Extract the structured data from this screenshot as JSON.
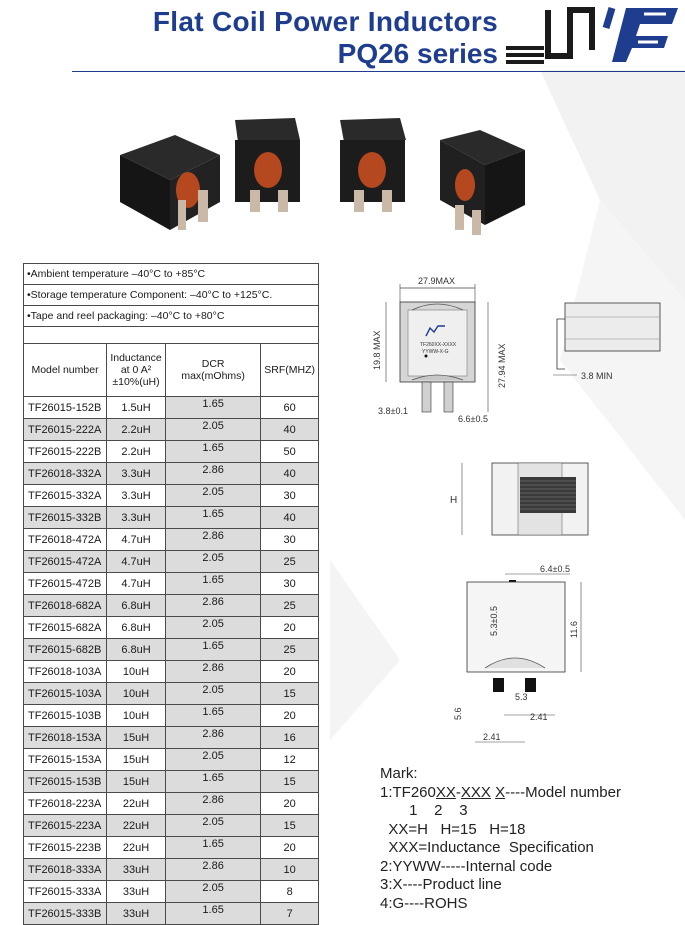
{
  "header": {
    "title": "Flat Coil Power Inductors",
    "subtitle": "PQ26 series"
  },
  "notes": [
    "•Ambient temperature –40°C to +85°C",
    "•Storage temperature Component: –40°C to +125°C.",
    "•Tape and reel packaging: –40°C to +80°C"
  ],
  "table": {
    "headers": {
      "model": "Model number",
      "inductance_1": "Inductance",
      "inductance_2": "at 0 A²",
      "inductance_3": "±10%(uH)",
      "dcr": "DCR max(mOhms)",
      "srf": "SRF(MHZ)"
    },
    "rows": [
      {
        "model": "TF26015-152B",
        "ind": "1.5uH",
        "dcr": "1.65",
        "srf": "60"
      },
      {
        "model": "TF26015-222A",
        "ind": "2.2uH",
        "dcr": "2.05",
        "srf": "40"
      },
      {
        "model": "TF26015-222B",
        "ind": "2.2uH",
        "dcr": "1.65",
        "srf": "50"
      },
      {
        "model": "TF26018-332A",
        "ind": "3.3uH",
        "dcr": "2.86",
        "srf": "40"
      },
      {
        "model": "TF26015-332A",
        "ind": "3.3uH",
        "dcr": "2.05",
        "srf": "30"
      },
      {
        "model": "TF26015-332B",
        "ind": "3.3uH",
        "dcr": "1.65",
        "srf": "40"
      },
      {
        "model": "TF26018-472A",
        "ind": "4.7uH",
        "dcr": "2.86",
        "srf": "30"
      },
      {
        "model": "TF26015-472A",
        "ind": "4.7uH",
        "dcr": "2.05",
        "srf": "25"
      },
      {
        "model": "TF26015-472B",
        "ind": "4.7uH",
        "dcr": "1.65",
        "srf": "30"
      },
      {
        "model": "TF26018-682A",
        "ind": "6.8uH",
        "dcr": "2.86",
        "srf": "25"
      },
      {
        "model": "TF26015-682A",
        "ind": "6.8uH",
        "dcr": "2.05",
        "srf": "20"
      },
      {
        "model": "TF26015-682B",
        "ind": "6.8uH",
        "dcr": "1.65",
        "srf": "25"
      },
      {
        "model": "TF26018-103A",
        "ind": "10uH",
        "dcr": "2.86",
        "srf": "20"
      },
      {
        "model": "TF26015-103A",
        "ind": "10uH",
        "dcr": "2.05",
        "srf": "15"
      },
      {
        "model": "TF26015-103B",
        "ind": "10uH",
        "dcr": "1.65",
        "srf": "20"
      },
      {
        "model": "TF26018-153A",
        "ind": "15uH",
        "dcr": "2.86",
        "srf": "16"
      },
      {
        "model": "TF26015-153A",
        "ind": "15uH",
        "dcr": "2.05",
        "srf": "12"
      },
      {
        "model": "TF26015-153B",
        "ind": "15uH",
        "dcr": "1.65",
        "srf": "15"
      },
      {
        "model": "TF26018-223A",
        "ind": "22uH",
        "dcr": "2.86",
        "srf": "20"
      },
      {
        "model": "TF26015-223A",
        "ind": "22uH",
        "dcr": "2.05",
        "srf": "15"
      },
      {
        "model": "TF26015-223B",
        "ind": "22uH",
        "dcr": "1.65",
        "srf": "20"
      },
      {
        "model": "TF26018-333A",
        "ind": "33uH",
        "dcr": "2.86",
        "srf": "10"
      },
      {
        "model": "TF26015-333A",
        "ind": "33uH",
        "dcr": "2.05",
        "srf": "8"
      },
      {
        "model": "TF26015-333B",
        "ind": "33uH",
        "dcr": "1.65",
        "srf": "7"
      }
    ]
  },
  "drawing_labels": {
    "width_max": "27.9MAX",
    "height_max": "19.8 MAX",
    "depth_max": "27.94 MAX",
    "lead_width": "3.8±0.1",
    "lead_spacing": "6.6±0.5",
    "side_min": "3.8 MIN",
    "part_mark_1": "TF260XX-XXXX",
    "part_mark_2": "YYWW-X-G",
    "h_label": "H",
    "pad_width": "6.4±0.5",
    "pad_offset": "5.3±0.5",
    "pad_height": "11.6",
    "pad_gap": "5.3",
    "pad_len": "5.6",
    "pad_x1": "2.41",
    "pad_x2": "2.41"
  },
  "mark": {
    "title": "Mark:",
    "line1_prefix": "1:TF260",
    "line1_xx": "XX",
    "line1_dash": "-",
    "line1_xxx": "XXX",
    "line1_sp": " ",
    "line1_x": "X",
    "line1_suffix": "----Model number",
    "line1_nums": "       1    2    3",
    "line2": "  XX=H   H=15   H=18",
    "line3": "  XXX=Inductance  Specification",
    "line4": "2:YYWW-----Internal code",
    "line5": "3:X----Product line",
    "line6": "4:G----ROHS"
  },
  "colors": {
    "brand_blue": "#1e3d8f",
    "shade": "#dcdcdc"
  }
}
